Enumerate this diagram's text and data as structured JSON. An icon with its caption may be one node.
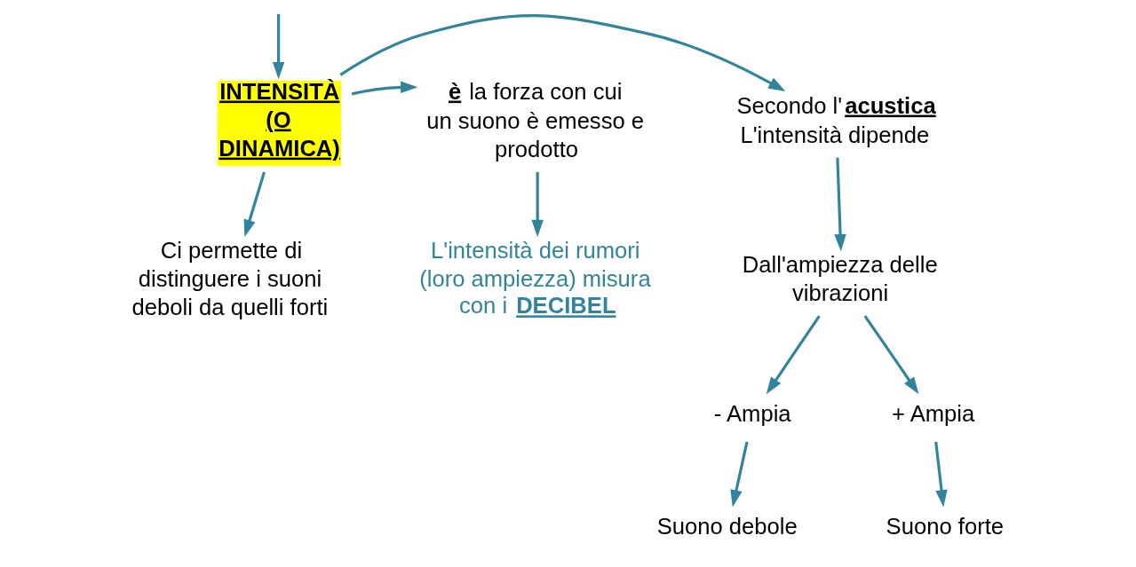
{
  "diagram": {
    "nodes": [
      {
        "text": [
          "INTENSITÀ (O DINAMICA)"
        ]
      },
      {
        "text": [
          "Secondo l'**acustica** L'intensità dipende"
        ]
      },
      {
        "text": [
          "Dall'ampiezza delle vibrazioni"
        ]
      },
      {
        "text": [
          "- Ampia"
        ]
      },
      {
        "text": [
          "+ Ampia"
        ]
      },
      {
        "text": [
          "Suono debole"
        ]
      },
      {
        "text": [
          "Suono forte"
        ]
      },
      {
        "text": [
          "Ci permette di distinguere i suoni deboli da quelli forti"
        ]
      },
      {
        "text": [
          "**è** la forza con cui un suono è emesso e prodotto"
        ]
      },
      {
        "text": [
          "L'intensità dei rumori (loro ampiezza) misura con i **DECIBEL**"
        ]
      }
    ],
    "edges": [
      {
        "from": null,
        "to": 0,
        "arrow": "to"
      },
      {
        "from": 0,
        "to": 1,
        "arrow": "to"
      },
      {
        "from": 0,
        "to": 7,
        "arrow": "to"
      },
      {
        "from": 0,
        "to": 8,
        "arrow": "to"
      },
      {
        "from": 1,
        "to": 2,
        "arrow": "to"
      },
      {
        "from": 2,
        "to": 3,
        "arrow": "to"
      },
      {
        "from": 2,
        "to": 4,
        "arrow": "to"
      },
      {
        "from": 3,
        "to": 5,
        "arrow": "to"
      },
      {
        "from": 4,
        "to": 6,
        "arrow": "to"
      },
      {
        "from": 8,
        "to": 9,
        "arrow": "to"
      }
    ]
  }
}
